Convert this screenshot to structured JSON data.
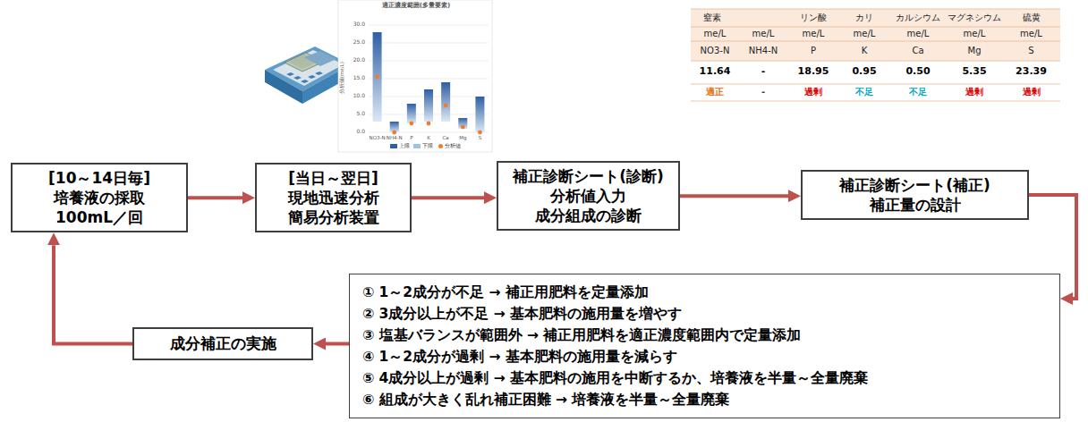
{
  "diagram": {
    "nodes": [
      {
        "text": [
          "[10～14日毎]",
          "培養液の採取",
          "100mL／回"
        ]
      },
      {
        "text": [
          "[当日～翌日]",
          "現地迅速分析",
          "簡易分析装置"
        ]
      },
      {
        "text": [
          "補正診断シート(診断)",
          "分析値入力",
          "成分組成の診断"
        ]
      },
      {
        "text": [
          "補正診断シート(補正)",
          "補正量の設計"
        ]
      },
      {
        "text": [
          "① 1～2成分が不足 → 補正用肥料を定量添加",
          "② 3成分以上が不足 → 基本肥料の施用量を増やす",
          "③ 塩基バランスが範囲外 → 補正用肥料を適正濃度範囲内で定量添加",
          "④ 1～2成分が過剰 → 基本肥料の施用量を減らす",
          "⑤ 4成分以上が過剰 → 基本肥料の施用を中断するか、培養液を半量～全量廃棄",
          "⑥ 組成が大きく乱れ補正困難 → 培養液を半量～全量廃棄"
        ]
      },
      {
        "text": [
          "成分補正の実施"
        ]
      }
    ],
    "edges": [
      {
        "from": 0,
        "to": 1,
        "arrow": "to"
      },
      {
        "from": 1,
        "to": 2,
        "arrow": "to"
      },
      {
        "from": 2,
        "to": 3,
        "arrow": "to"
      },
      {
        "from": 3,
        "to": 4,
        "arrow": "to"
      },
      {
        "from": 4,
        "to": 5,
        "arrow": "to"
      },
      {
        "from": 5,
        "to": 0,
        "arrow": "to"
      }
    ],
    "labels": [
      "適正濃度範囲(多量要素)",
      "0.0",
      "5.0",
      "10.0",
      "15.0",
      "20.0",
      "25.0",
      "30.0",
      "分析値(me/L)",
      "NO3-N",
      "NH4-N",
      "P",
      "K",
      "Ca",
      "Mg",
      "S",
      "窒素",
      "リン酸",
      "カリ",
      "カルシウム",
      "マグネシウム",
      "硫黄",
      "me/L",
      "me/L",
      "me/L",
      "me/L",
      "me/L",
      "me/L",
      "me/L",
      "NO3-N",
      "NH4-N",
      "P",
      "K",
      "Ca",
      "Mg",
      "S",
      "11.64",
      "-",
      "18.95",
      "0.95",
      "0.50",
      "5.35",
      "23.39",
      "適正",
      "-",
      "過剰",
      "不足",
      "不足",
      "過剰",
      "過剰"
    ],
    "legend": [
      {
        "text": "上限",
        "color": "#2e5fa3"
      },
      {
        "text": "下限",
        "color": "#9dc3e6"
      },
      {
        "text": "分析値"
      }
    ]
  }
}
